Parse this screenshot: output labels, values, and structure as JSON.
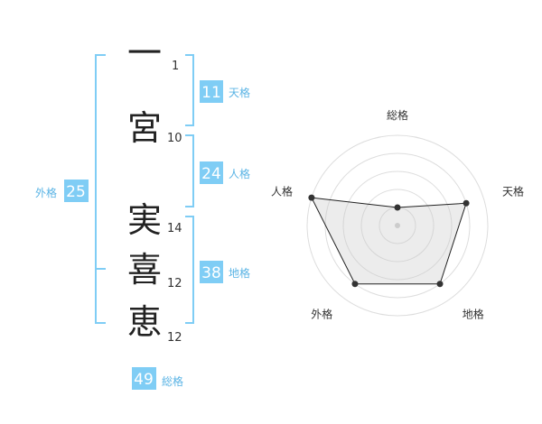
{
  "name": {
    "chars": [
      {
        "char": "一",
        "count": "1"
      },
      {
        "char": "宮",
        "count": "10"
      },
      {
        "char": "実",
        "count": "14"
      },
      {
        "char": "喜",
        "count": "12"
      },
      {
        "char": "恵",
        "count": "12"
      }
    ]
  },
  "kaku": {
    "tenkaku": {
      "value": "11",
      "label": "天格"
    },
    "jinkaku": {
      "value": "24",
      "label": "人格"
    },
    "chikaku": {
      "value": "38",
      "label": "地格"
    },
    "gaikaku": {
      "value": "25",
      "label": "外格"
    },
    "soukaku": {
      "value": "49",
      "label": "総格"
    }
  },
  "colors": {
    "accent": "#5bb4e5",
    "badge": "#7fcdf5",
    "text": "#222222"
  },
  "chart_data": {
    "type": "radar",
    "axes": [
      "総格",
      "天格",
      "地格",
      "外格",
      "人格"
    ],
    "values": [
      1,
      4,
      4,
      4,
      5
    ],
    "scale_max": 5,
    "rings": 5
  }
}
